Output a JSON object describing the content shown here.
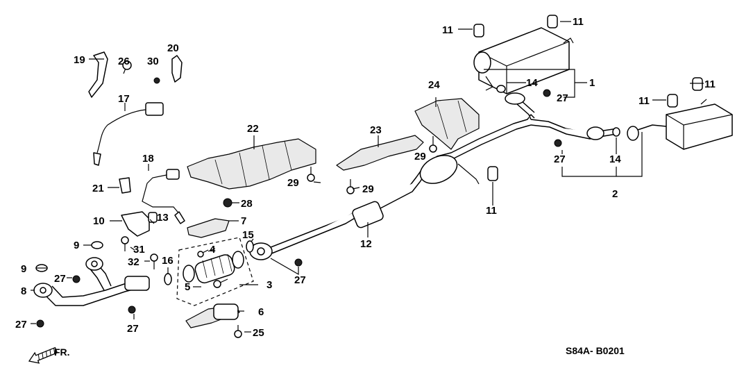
{
  "labels": {
    "l1": "1",
    "l2": "2",
    "l3": "3",
    "l4": "4",
    "l5": "5",
    "l6": "6",
    "l7": "7",
    "l8": "8",
    "l9a": "9",
    "l9b": "9",
    "l10": "10",
    "l11a": "11",
    "l11b": "11",
    "l11c": "11",
    "l11d": "11",
    "l11e": "11",
    "l12": "12",
    "l13": "13",
    "l14a": "14",
    "l14b": "14",
    "l15": "15",
    "l16": "16",
    "l17": "17",
    "l18": "18",
    "l19": "19",
    "l20": "20",
    "l21": "21",
    "l22": "22",
    "l23": "23",
    "l24": "24",
    "l25": "25",
    "l26": "26",
    "l27a": "27",
    "l27b": "27",
    "l27c": "27",
    "l27d": "27",
    "l27e": "27",
    "l27f": "27",
    "l28": "28",
    "l29a": "29",
    "l29b": "29",
    "l29c": "29",
    "l30": "30",
    "l31": "31",
    "l32": "32"
  },
  "front_indicator": "FR.",
  "diagram_code": "S84A- B0201"
}
